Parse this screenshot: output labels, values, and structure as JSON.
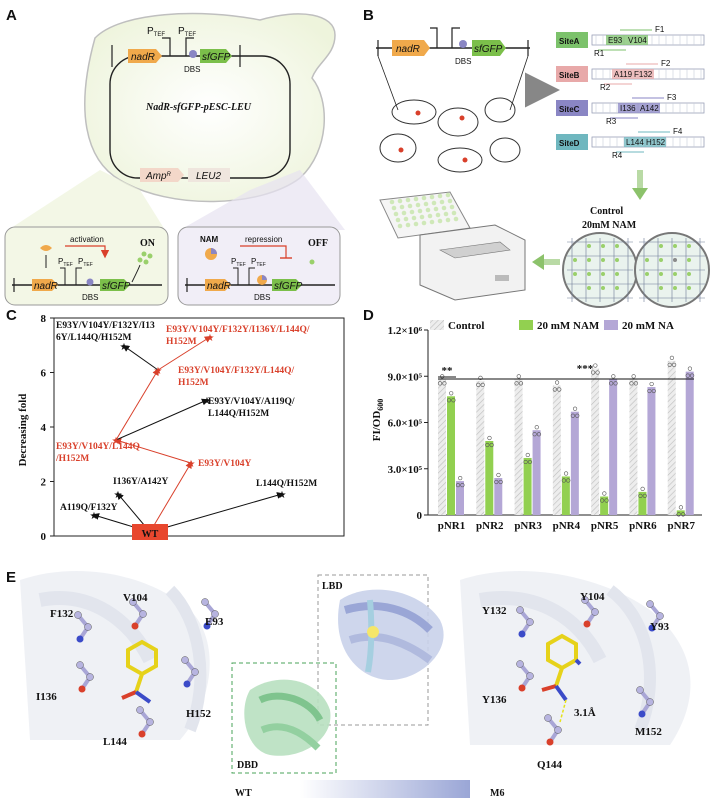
{
  "panelA": {
    "letter": "A",
    "plasmid_name": "NadR-sfGFP-pESC-LEU",
    "gene_nadR": "nadR",
    "gene_sfgfp": "sfGFP",
    "promoter": "P",
    "promoter_sub": "TEF",
    "dbs": "DBS",
    "amp": "Amp",
    "amp_sup": "R",
    "leu2": "LEU2",
    "on_label": "ON",
    "off_label": "OFF",
    "activation": "activation",
    "repression": "repression",
    "nam": "NAM"
  },
  "panelB": {
    "letter": "B",
    "gene_nadR": "nadR",
    "gene_sfgfp": "sfGFP",
    "dbs": "DBS",
    "sites": [
      {
        "name": "SiteA",
        "res1": "E93",
        "res2": "V104",
        "fwd": "F1",
        "rev": "R1",
        "color": "#7cc26b"
      },
      {
        "name": "SiteB",
        "res1": "A119",
        "res2": "F132",
        "fwd": "F2",
        "rev": "R2",
        "color": "#e8a9a9"
      },
      {
        "name": "SiteC",
        "res1": "I136",
        "res2": "A142",
        "fwd": "F3",
        "rev": "R3",
        "color": "#8a86c4"
      },
      {
        "name": "SiteD",
        "res1": "L144",
        "res2": "H152",
        "fwd": "F4",
        "rev": "R4",
        "color": "#6fb7bf"
      }
    ],
    "control": "Control",
    "nam_cond": "20mM NAM"
  },
  "panelC": {
    "letter": "C",
    "ylabel": "Decreasing fold",
    "yticks": [
      "0",
      "2",
      "4",
      "6",
      "8"
    ],
    "wt": "WT",
    "nodes": [
      {
        "label": "A119Q/F132Y",
        "color": "black"
      },
      {
        "label": "I136Y/A142Y",
        "color": "black"
      },
      {
        "label": "E93Y/V104Y",
        "color": "red"
      },
      {
        "label": "L144Q/H152M",
        "color": "black"
      },
      {
        "line1": "E93Y/V104Y/L144Q",
        "line2": "/H152M",
        "color": "red"
      },
      {
        "line1": "E93Y/V104Y/A119Q/",
        "line2": "L144Q/H152M",
        "color": "black"
      },
      {
        "line1": "E93Y/V104Y/F132Y/L144Q/",
        "line2": "H152M",
        "color": "red"
      },
      {
        "line1": "E93Y/V104Y/F132Y/I13",
        "line2": "6Y/L144Q/H152M",
        "color": "black"
      },
      {
        "line1": "E93Y/V104Y/F132Y/I136Y/L144Q/",
        "line2": "H152M",
        "color": "red"
      }
    ]
  },
  "panelD": {
    "letter": "D",
    "legend": [
      "Control",
      "20 mM NAM",
      "20 mM NA"
    ],
    "ylabel": "FI/OD",
    "ylabel_sub": "600",
    "sig1": "**",
    "sig2": "***",
    "colors": {
      "control": "#d9d9d9",
      "nam": "#92d050",
      "na": "#b4a7d6"
    }
  },
  "chart_data": {
    "type": "bar",
    "categories": [
      "pNR1",
      "pNR2",
      "pNR3",
      "pNR4",
      "pNR5",
      "pNR6",
      "pNR7"
    ],
    "series": [
      {
        "name": "Control",
        "values": [
          880000,
          870000,
          880000,
          840000,
          950000,
          880000,
          1000000
        ]
      },
      {
        "name": "20 mM NAM",
        "values": [
          770000,
          480000,
          370000,
          250000,
          120000,
          150000,
          30000
        ]
      },
      {
        "name": "20 mM NA",
        "values": [
          220000,
          240000,
          550000,
          670000,
          880000,
          830000,
          930000
        ]
      }
    ],
    "ylim": [
      0,
      1200000
    ],
    "yticks": [
      "0",
      "3.0×10⁵",
      "6.0×10⁵",
      "9.0×10⁵",
      "1.2×10⁶"
    ],
    "ylabel": "FI/OD600"
  },
  "panelE": {
    "letter": "E",
    "wt_label": "WT",
    "m6_label": "M6",
    "lbd": "LBD",
    "dbd": "DBD",
    "distance": "3.1Å",
    "wt_residues": [
      "F132",
      "V104",
      "E93",
      "I136",
      "H152",
      "L144"
    ],
    "m6_residues": [
      "Y132",
      "Y104",
      "Y93",
      "Y136",
      "M152",
      "Q144"
    ]
  }
}
